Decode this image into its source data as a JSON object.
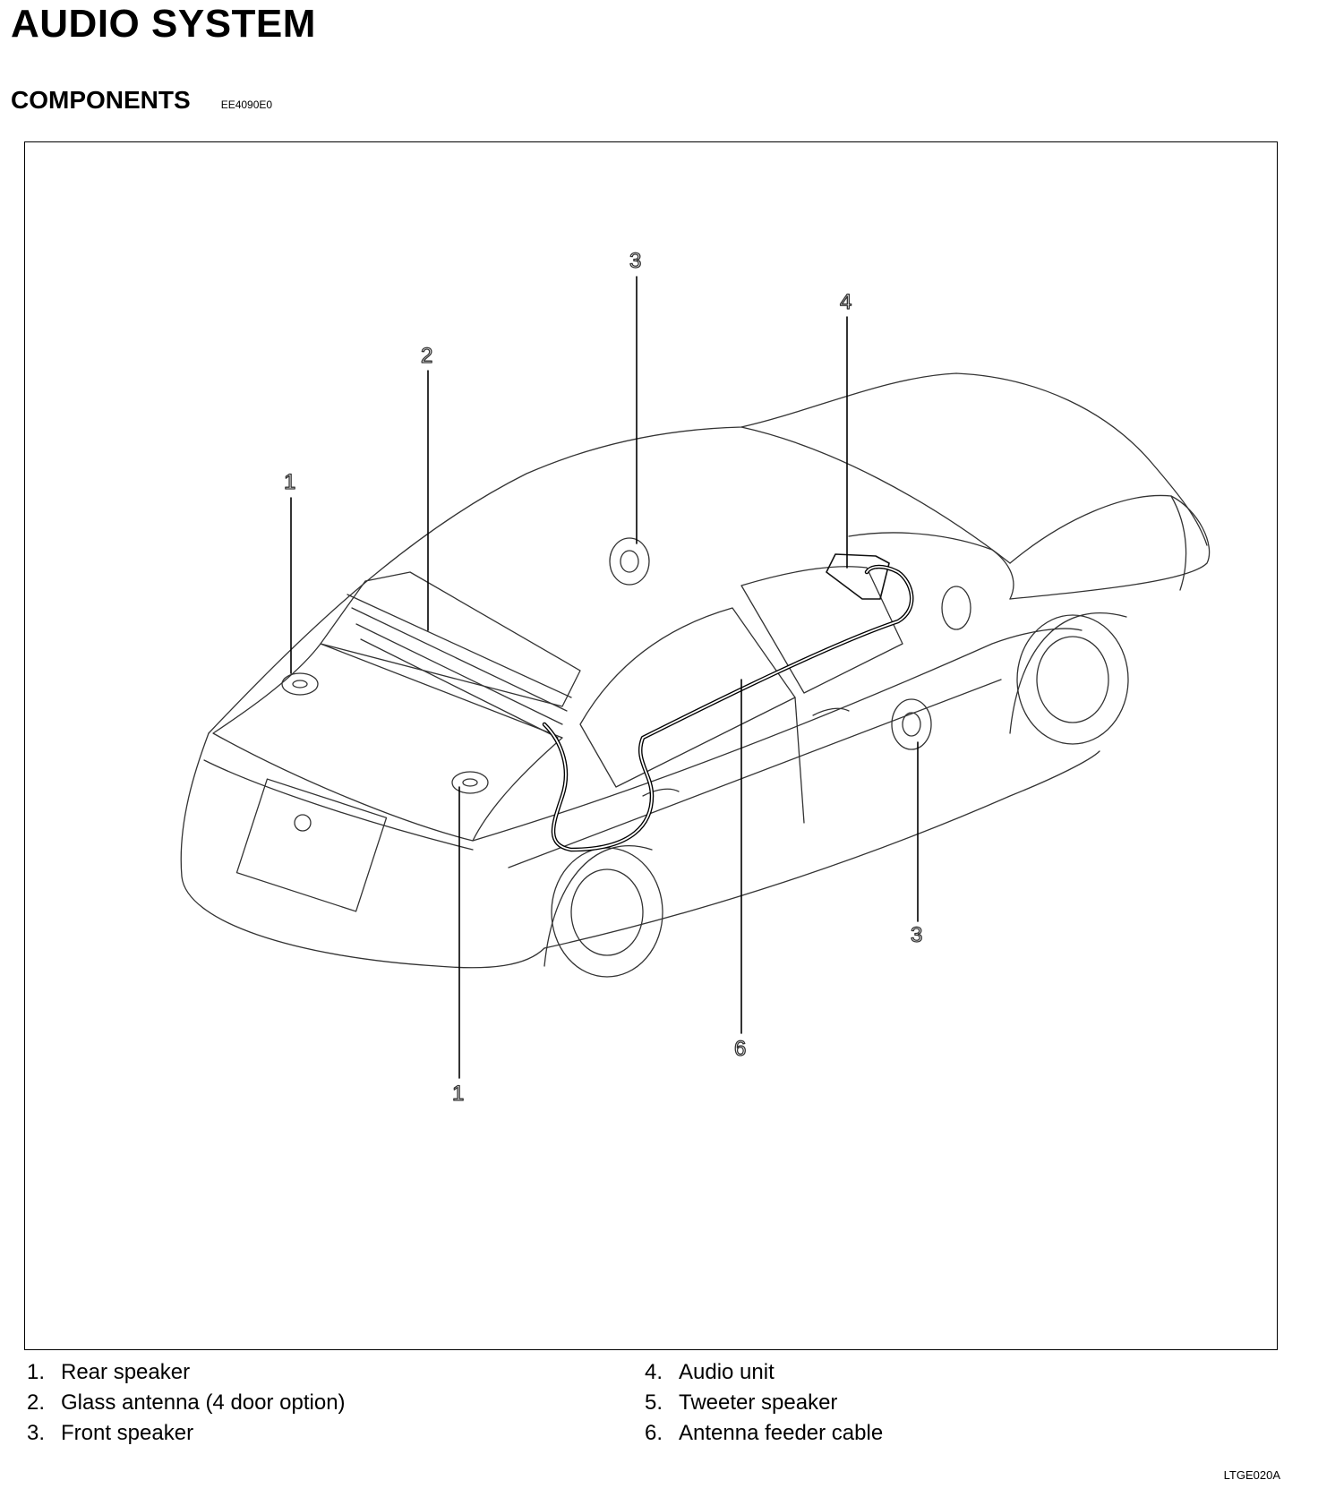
{
  "header": {
    "title": "AUDIO SYSTEM",
    "section": "COMPONENTS",
    "section_code": "EE4090E0"
  },
  "callouts": {
    "rear_speaker_left": "1",
    "rear_speaker_right": "1",
    "glass_antenna": "2",
    "front_speaker_top": "3",
    "front_speaker_door": "3",
    "audio_unit": "4",
    "antenna_feeder_cable": "6"
  },
  "legend": {
    "left": [
      {
        "num": "1.",
        "label": "Rear speaker"
      },
      {
        "num": "2.",
        "label": "Glass antenna (4 door option)"
      },
      {
        "num": "3.",
        "label": "Front speaker"
      }
    ],
    "right": [
      {
        "num": "4.",
        "label": "Audio unit"
      },
      {
        "num": "5.",
        "label": "Tweeter speaker"
      },
      {
        "num": "6.",
        "label": "Antenna feeder cable"
      }
    ]
  },
  "figure_ref": "LTGE020A"
}
